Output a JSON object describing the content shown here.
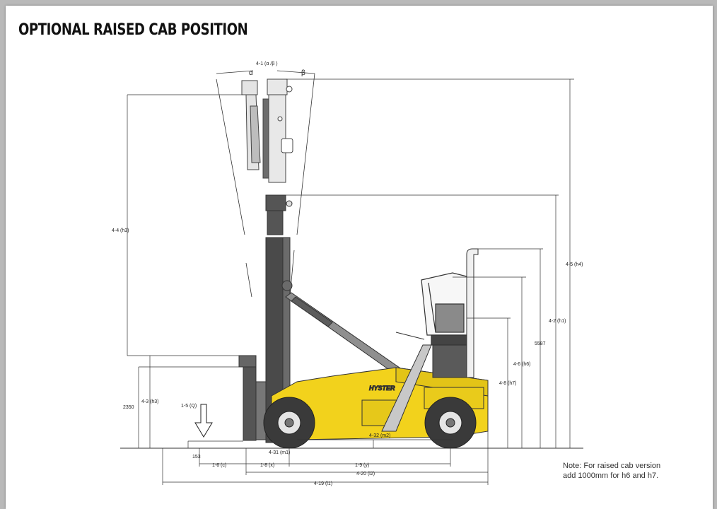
{
  "title": "OPTIONAL RAISED CAB POSITION",
  "note": {
    "line1": "Note: For raised cab version",
    "line2": "add 1000mm for h6 and h7."
  },
  "labels": {
    "tilt": "4-1 (α /β )",
    "alpha": "α",
    "beta": "β",
    "h3_full": "4-4 (h3)",
    "h4": "4-5 (h4)",
    "h1": "4-2 (h1)",
    "val_5587": "5587",
    "h6": "4-6 (h6)",
    "h7": "4-8 (h7)",
    "h3": "4-3 (h3)",
    "val_2350": "2350",
    "load": "1-5 (Q)",
    "val_153": "153",
    "c": "1-6 (c)",
    "x": "1-8 (x)",
    "m1": "4-31 (m1)",
    "y": "1-9 (y)",
    "m2": "4-32 (m2)",
    "l2": "4-20 (l2)",
    "l1": "4-19 (l1)",
    "brand": "HYSTER"
  },
  "colors": {
    "truck_yellow": "#f2d21c",
    "mast_grey": "#4a4a4a",
    "tyre_dark": "#3a3a3a"
  }
}
